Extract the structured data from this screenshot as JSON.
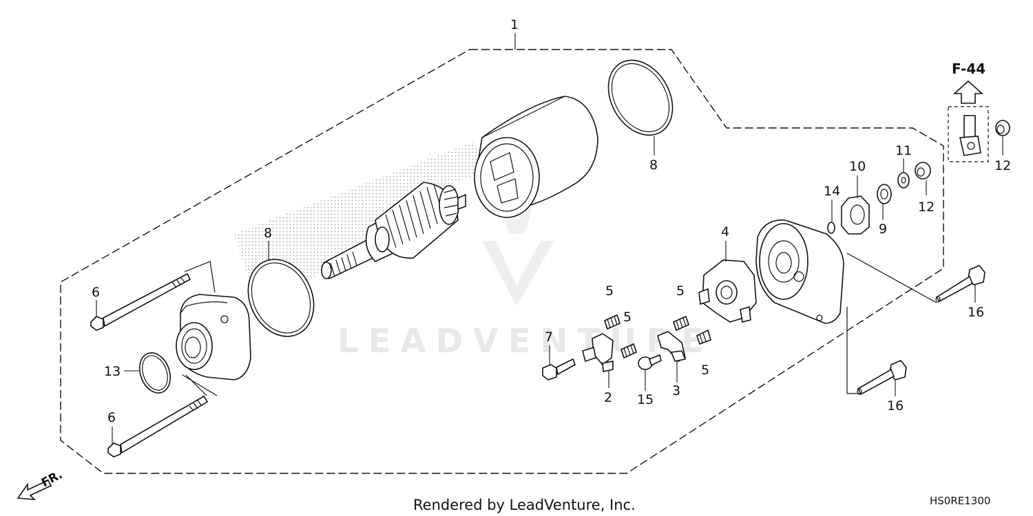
{
  "callouts": [
    {
      "id": "c1",
      "text": "1"
    },
    {
      "id": "c2",
      "text": "2"
    },
    {
      "id": "c3",
      "text": "3"
    },
    {
      "id": "c4",
      "text": "4"
    },
    {
      "id": "c5a",
      "text": "5"
    },
    {
      "id": "c5b",
      "text": "5"
    },
    {
      "id": "c5c",
      "text": "5"
    },
    {
      "id": "c5d",
      "text": "5"
    },
    {
      "id": "c6a",
      "text": "6"
    },
    {
      "id": "c6b",
      "text": "6"
    },
    {
      "id": "c7",
      "text": "7"
    },
    {
      "id": "c8a",
      "text": "8"
    },
    {
      "id": "c8b",
      "text": "8"
    },
    {
      "id": "c9",
      "text": "9"
    },
    {
      "id": "c10",
      "text": "10"
    },
    {
      "id": "c11",
      "text": "11"
    },
    {
      "id": "c12a",
      "text": "12"
    },
    {
      "id": "c12b",
      "text": "12"
    },
    {
      "id": "c13",
      "text": "13"
    },
    {
      "id": "c14",
      "text": "14"
    },
    {
      "id": "c15",
      "text": "15"
    },
    {
      "id": "c16a",
      "text": "16"
    },
    {
      "id": "c16b",
      "text": "16"
    }
  ],
  "reference": "F-44",
  "direction": "FR.",
  "footer": "Rendered by LeadVenture, Inc.",
  "diagram_code": "HS0RE1300",
  "watermark": "LEADVENTURE",
  "colors": {
    "line": "#111111",
    "watermark": "#e6e6e6",
    "background": "#ffffff"
  }
}
